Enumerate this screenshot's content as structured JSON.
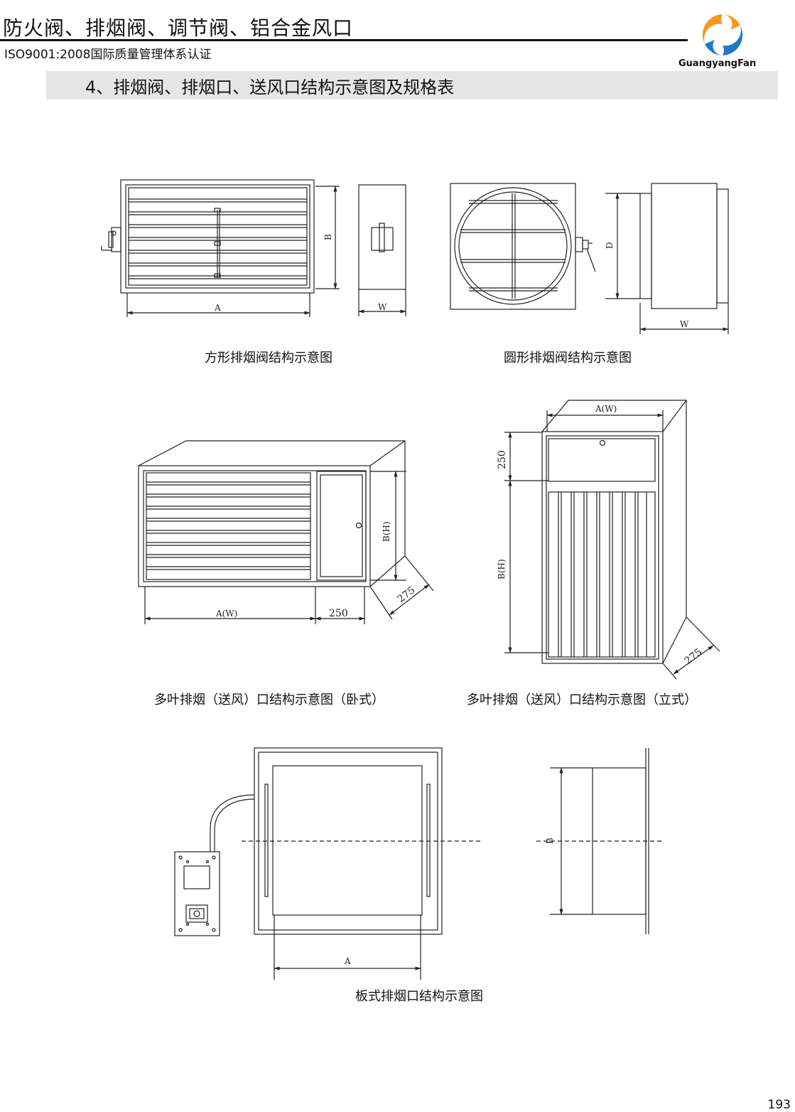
{
  "header": {
    "title": "防火阀、排烟阀、调节阀、铝合金风口",
    "subtitle": "ISO9001:2008国际质量管理体系认证",
    "brand": "GuangyangFan",
    "brand_colors": {
      "orange": "#f39a1e",
      "blue": "#1f78c8"
    }
  },
  "section": {
    "title": "4、排烟阀、排烟口、送风口结构示意图及规格表"
  },
  "diagrams": {
    "square_valve": {
      "caption": "方形排烟阀结构示意图",
      "dim_a": "A",
      "dim_b": "B",
      "dim_w": "W"
    },
    "round_valve": {
      "caption": "圆形排烟阀结构示意图",
      "dim_d": "D",
      "dim_w": "W"
    },
    "horizontal_outlet": {
      "caption": "多叶排烟（送风）口结构示意图（卧式）",
      "dim_aw": "A(W)",
      "dim_250": "250",
      "dim_bh": "B(H)",
      "dim_275": "275"
    },
    "vertical_outlet": {
      "caption": "多叶排烟（送风）口结构示意图（立式）",
      "dim_aw": "A(W)",
      "dim_250": "250",
      "dim_bh": "B(H)",
      "dim_275": "275"
    },
    "plate_outlet": {
      "caption": "板式排烟口结构示意图",
      "dim_a": "A",
      "dim_b": "B"
    }
  },
  "footer": {
    "page_number": "193"
  }
}
